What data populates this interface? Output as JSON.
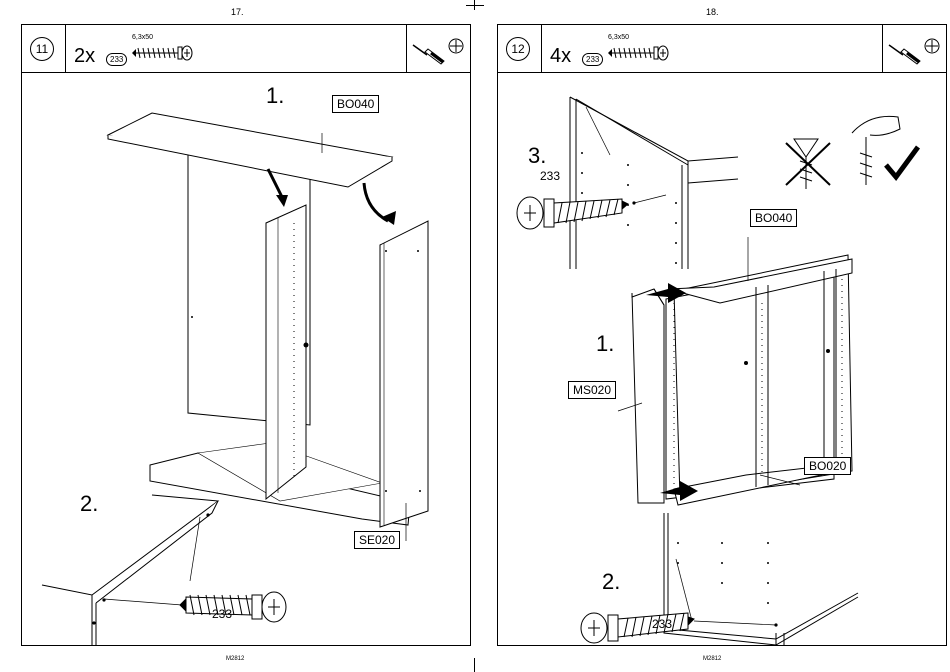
{
  "left_page": {
    "page_number": "17.",
    "step_number": "11",
    "quantity": "2x",
    "part_code": "233",
    "screw_size": "6,3x50",
    "step_labels": {
      "one": "1.",
      "two": "2."
    },
    "part_labels": {
      "top_panel": "BO040",
      "side_panel": "SE020",
      "screw": "233"
    },
    "tools": [
      "screwdriver-icon",
      "cross-head-icon"
    ],
    "footer_code": "M2812"
  },
  "right_page": {
    "page_number": "18.",
    "step_number": "12",
    "quantity": "4x",
    "part_code": "233",
    "screw_size": "6,3x50",
    "step_labels": {
      "one": "1.",
      "two": "2.",
      "three": "3."
    },
    "part_labels": {
      "top_panel": "BO040",
      "middle_panel": "MS020",
      "bottom_panel": "BO020",
      "screw_top": "233",
      "screw_bottom": "233"
    },
    "tools": [
      "screwdriver-icon",
      "cross-head-icon"
    ],
    "hints": [
      "wrong-drill-icon",
      "hand-screw-correct-icon"
    ],
    "footer_code": "M2812"
  }
}
